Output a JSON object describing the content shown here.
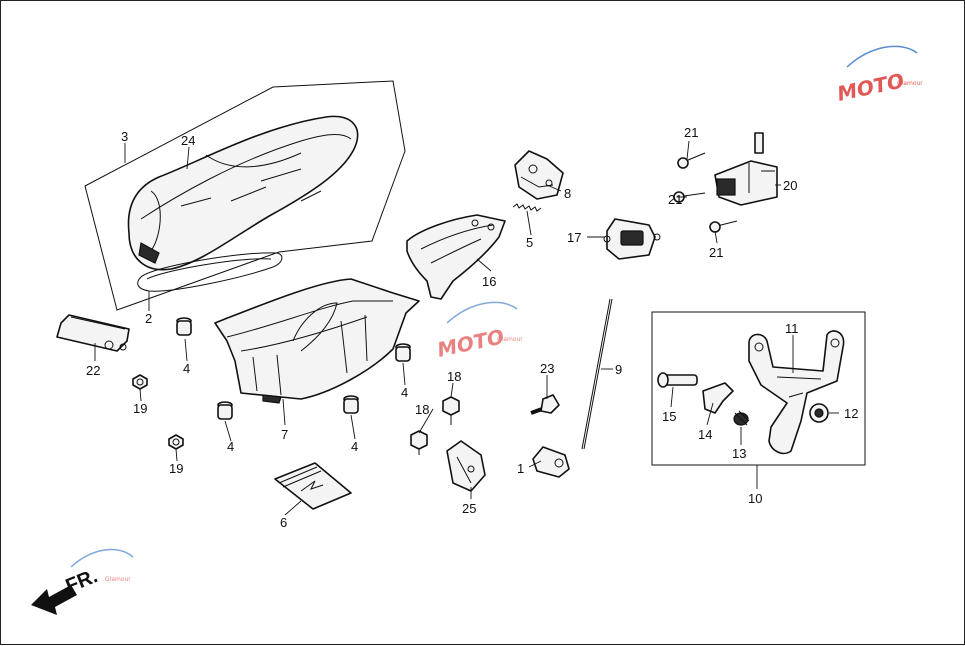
{
  "labels": {
    "p1": "1",
    "p2": "2",
    "p3": "3",
    "p4a": "4",
    "p4b": "4",
    "p4c": "4",
    "p4d": "4",
    "p5": "5",
    "p6": "6",
    "p7": "7",
    "p8": "8",
    "p9": "9",
    "p10": "10",
    "p11": "11",
    "p12": "12",
    "p13": "13",
    "p14": "14",
    "p15": "15",
    "p16": "16",
    "p17": "17",
    "p18a": "18",
    "p18b": "18",
    "p19a": "19",
    "p19b": "19",
    "p20": "20",
    "p21a": "21",
    "p21b": "21",
    "p21c": "21",
    "p22": "22",
    "p23": "23",
    "p24": "24",
    "p25": "25"
  },
  "watermark": {
    "text": "MOTO",
    "subtext": "Glamour"
  },
  "front_marker": {
    "text": "FR."
  },
  "colors": {
    "line": "#111111",
    "watermark_red": "#d9302c",
    "watermark_blue": "#2f6fc0",
    "background": "#ffffff"
  }
}
